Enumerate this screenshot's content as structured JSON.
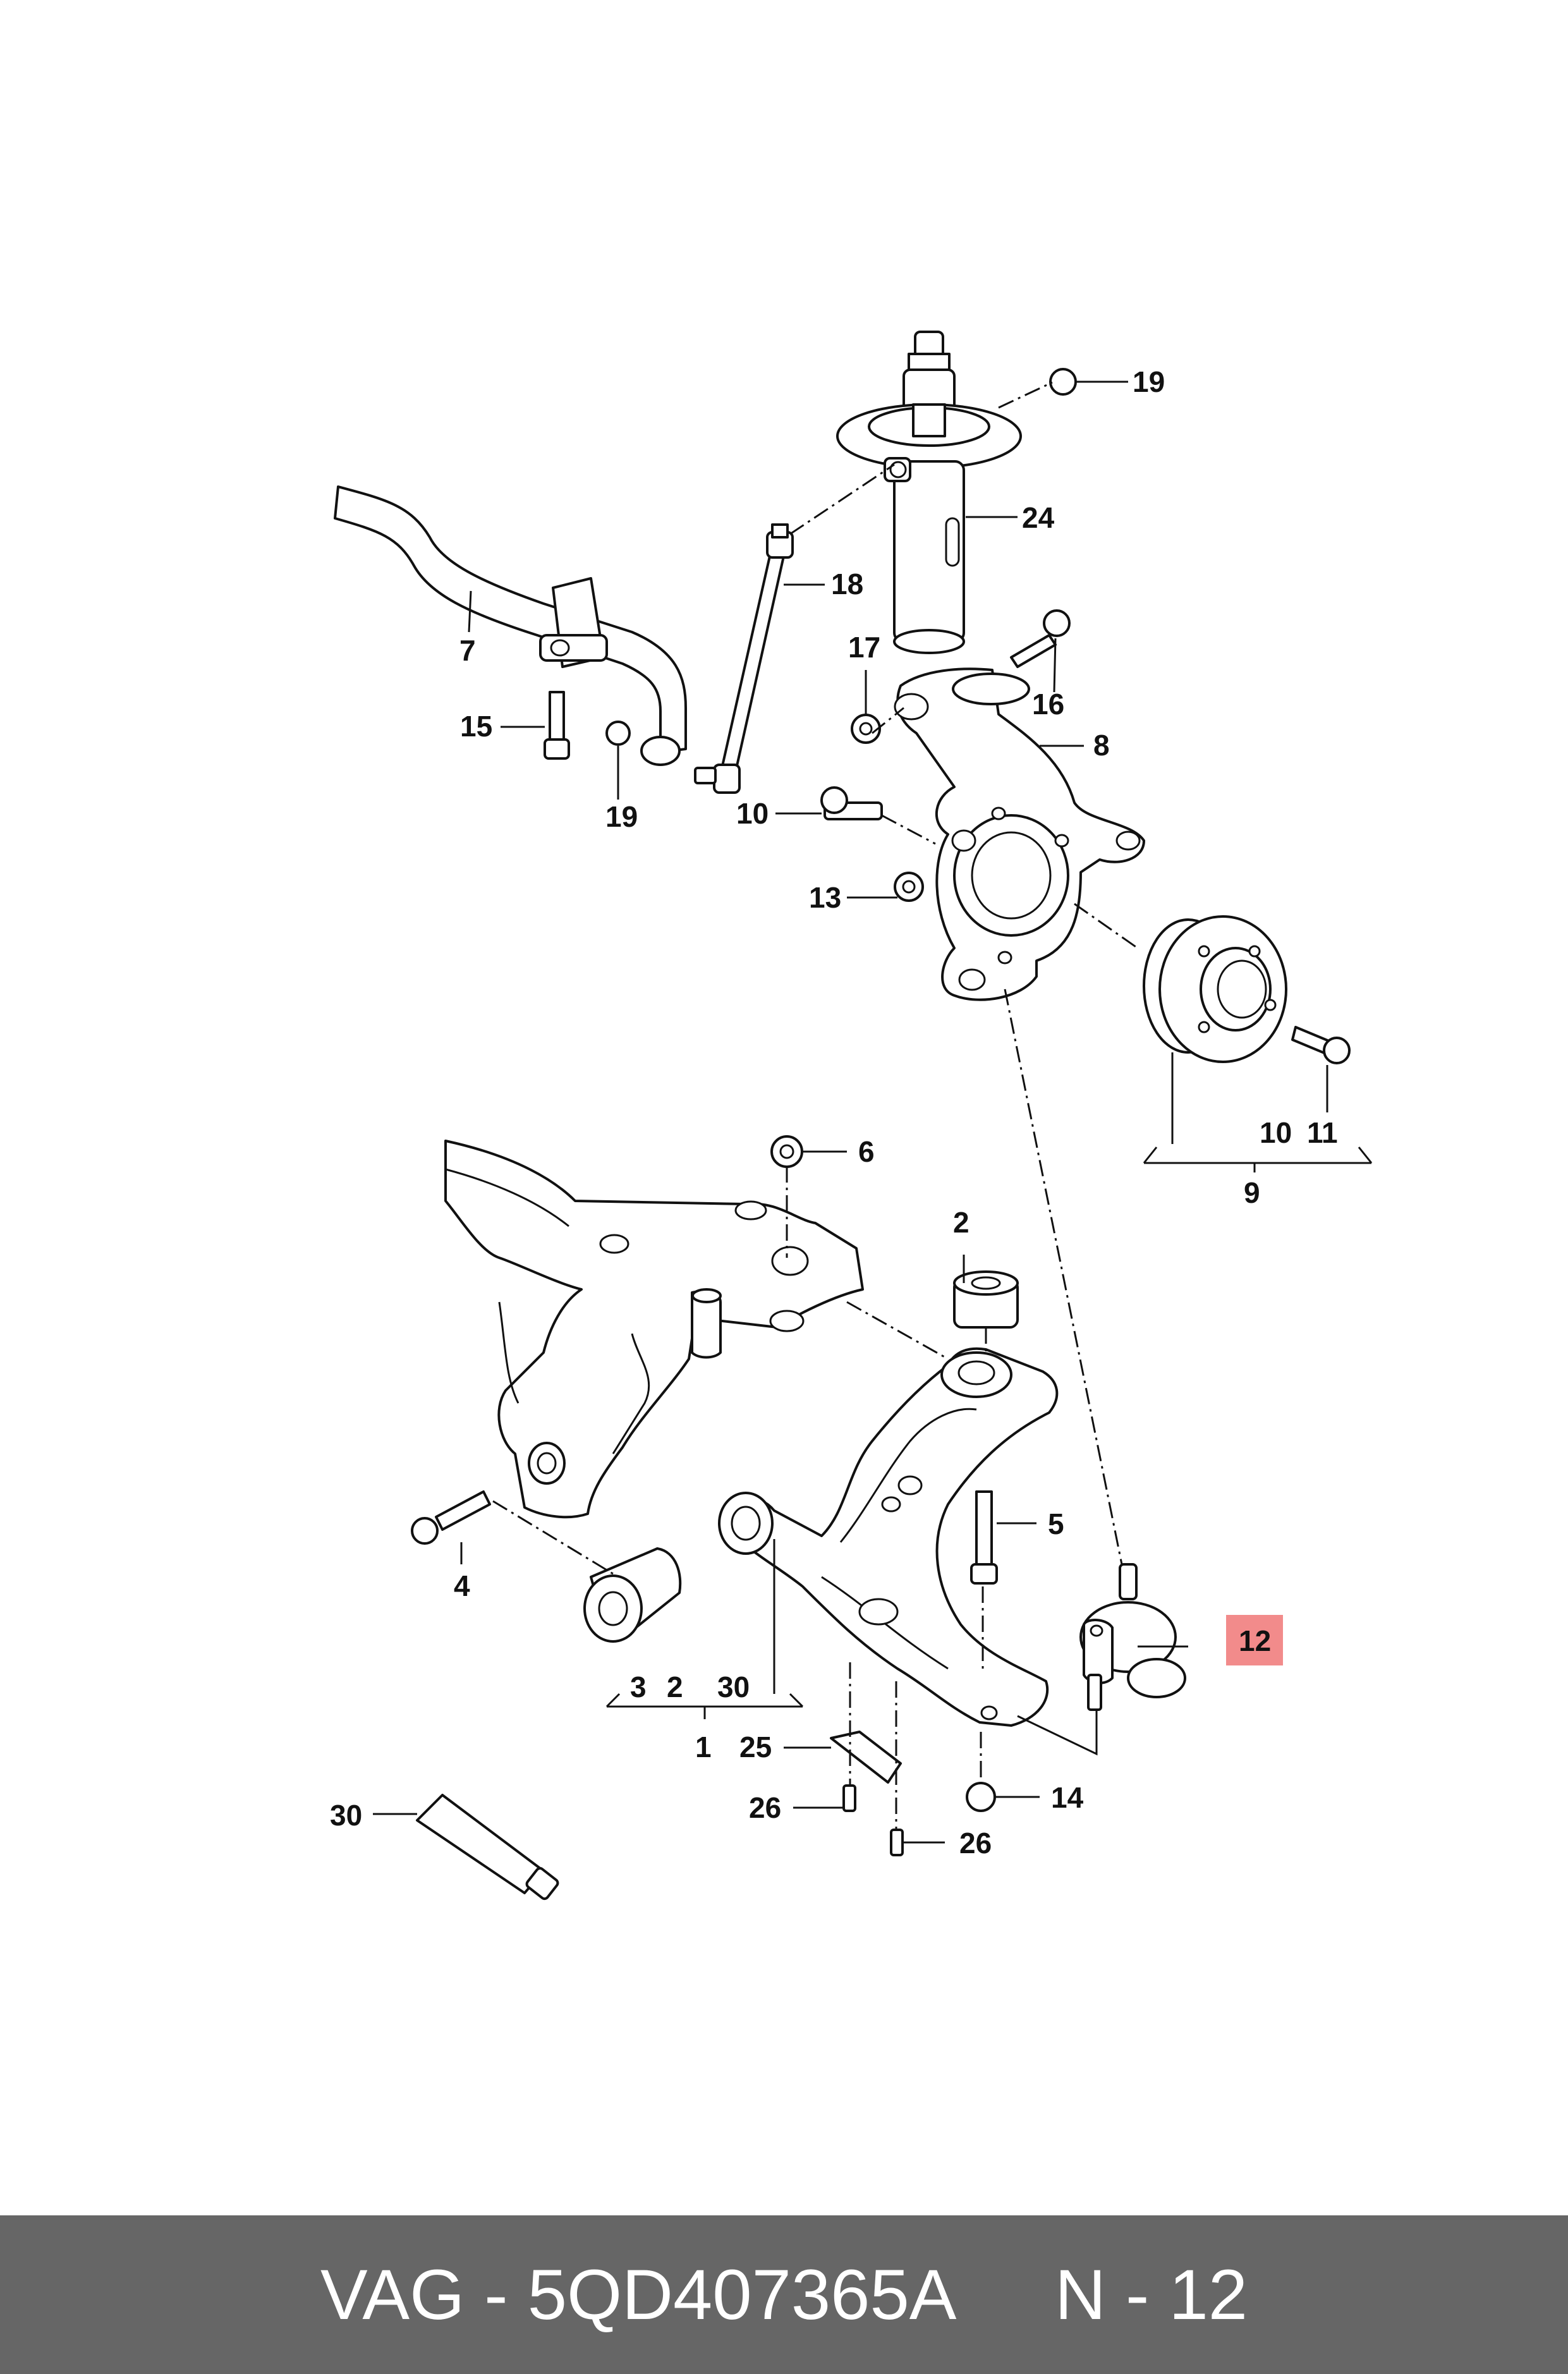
{
  "diagram": {
    "callouts": {
      "c1": "1",
      "c2a": "2",
      "c2b": "2",
      "c3": "3",
      "c4": "4",
      "c5": "5",
      "c6": "6",
      "c7": "7",
      "c8": "8",
      "c9": "9",
      "c10a": "10",
      "c10b": "10",
      "c11": "11",
      "c12": "12",
      "c13": "13",
      "c14": "14",
      "c15": "15",
      "c16": "16",
      "c17": "17",
      "c18": "18",
      "c19a": "19",
      "c19b": "19",
      "c24": "24",
      "c25": "25",
      "c26a": "26",
      "c26b": "26",
      "c30a": "30",
      "c30b": "30"
    },
    "highlight_color": "#f28b8b"
  },
  "footer": {
    "part": "VAG - 5QD407365A",
    "ref": "N - 12",
    "background": "#666666"
  }
}
